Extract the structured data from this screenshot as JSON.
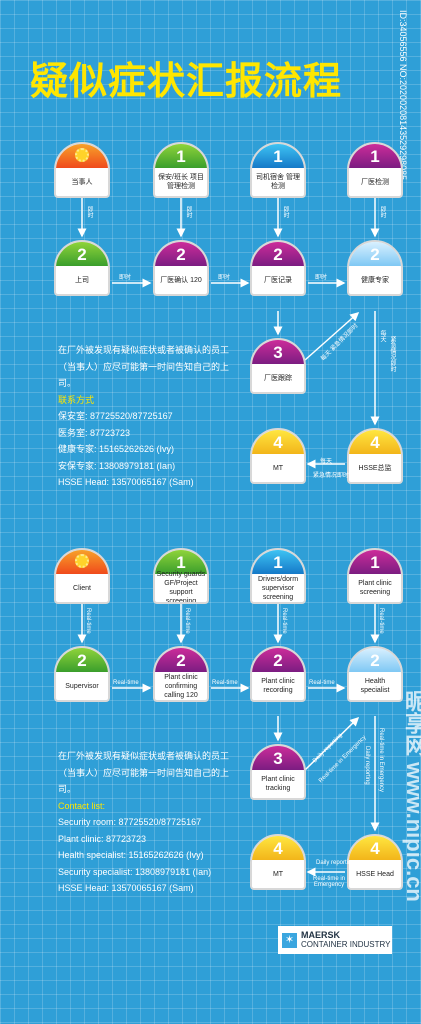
{
  "title": "疑似症状汇报流程",
  "image_id_text": "ID:34056556 NO:20200208143529298085",
  "watermark": "昵享网 www.nipic.cn",
  "colors": {
    "background": "#2f9fd7",
    "title": "#ffe600",
    "orange": "#f04a1c",
    "green": "#3a9e2c",
    "blue": "#1579c8",
    "purple": "#7b1d82",
    "light": "#7fc8f4",
    "yellow": "#f2b51a"
  },
  "cn": {
    "nodes": {
      "reporter": {
        "num": "",
        "label": "当事人"
      },
      "security": {
        "num": "1",
        "label": "保安/班长 项目管理检测"
      },
      "dorm": {
        "num": "1",
        "label": "司机宿舍 管理检测"
      },
      "clinic_check": {
        "num": "1",
        "label": "厂医检测"
      },
      "supervisor": {
        "num": "2",
        "label": "上司"
      },
      "clinic_confirm": {
        "num": "2",
        "label": "厂医确认 120"
      },
      "clinic_record": {
        "num": "2",
        "label": "厂医记录"
      },
      "expert": {
        "num": "2",
        "label": "健康专家"
      },
      "clinic_track": {
        "num": "3",
        "label": "厂医跟踪"
      },
      "mt": {
        "num": "4",
        "label": "MT"
      },
      "hsse": {
        "num": "4",
        "label": "HSSE总监"
      }
    },
    "arrow_labels": {
      "immediate": "即时",
      "daily": "每天",
      "daily_emergency": "每天 紧急情况即时",
      "emergency_immediate": "紧急情况即时",
      "emergency_immediate_daily": "紧急情况即时"
    },
    "notice": "在厂外被发现有疑似症状或者被确认的员工（当事人）应尽可能第一时间告知自己的上司。",
    "contact_title": "联系方式",
    "contacts": [
      "保安室: 87725520/87725167",
      "医务室: 87723723",
      "健康专家: 15165262626 (Ivy)",
      "安保专家: 13808979181 (Ian)",
      "HSSE Head: 13570065167 (Sam)"
    ]
  },
  "en": {
    "nodes": {
      "reporter": {
        "num": "",
        "label": "Client"
      },
      "security": {
        "num": "1",
        "label": "Security guards GF/Project support screening"
      },
      "dorm": {
        "num": "1",
        "label": "Drivers/dorm supervisor screening"
      },
      "clinic_check": {
        "num": "1",
        "label": "Plant clinic screening"
      },
      "supervisor": {
        "num": "2",
        "label": "Supervisor"
      },
      "clinic_confirm": {
        "num": "2",
        "label": "Plant clinic confirming calling 120"
      },
      "clinic_record": {
        "num": "2",
        "label": "Plant clinic recording"
      },
      "expert": {
        "num": "2",
        "label": "Health specialist"
      },
      "clinic_track": {
        "num": "3",
        "label": "Plant clinic tracking"
      },
      "mt": {
        "num": "4",
        "label": "MT"
      },
      "hsse": {
        "num": "4",
        "label": "HSSE Head"
      }
    },
    "arrow_labels": {
      "realtime": "Real-time",
      "daily_reporting": "Daily reporting",
      "realtime_emergency": "Real-time in Emergency"
    },
    "notice": "在厂外被发现有疑似症状或者被确认的员工（当事人）应尽可能第一时间告知自己的上司。",
    "contact_title": "Contact list:",
    "contacts": [
      "Security room: 87725520/87725167",
      "Plant clinic: 87723723",
      "Health specialist: 15165262626 (Ivy)",
      "Security specialist: 13808979181 (Ian)",
      "HSSE Head: 13570065167 (Sam)"
    ]
  },
  "logo": {
    "line1": "MAERSK",
    "line2": "CONTAINER INDUSTRY",
    "star": "✶"
  }
}
